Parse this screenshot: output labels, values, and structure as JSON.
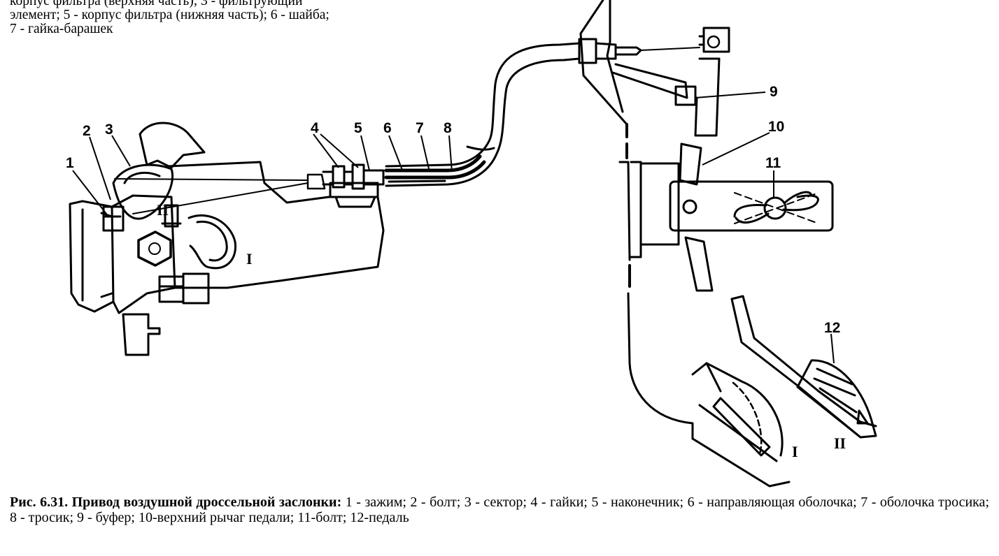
{
  "top_caption": "корпус фильтра (верхняя часть); 3 - фильтрующий\nэлемент; 5 - корпус фильтра (нижняя часть); 6 - шайба;\n7 - гайка-барашек",
  "callouts": [
    "1",
    "2",
    "3",
    "4",
    "5",
    "6",
    "7",
    "8",
    "9",
    "10",
    "11",
    "12"
  ],
  "position_marks": {
    "throttle_I": "I",
    "throttle_II": "II",
    "pedal_I": "I",
    "pedal_II": "II"
  },
  "caption": {
    "title": "Рис. 6.31. Привод воздушной дроссельной заслонки:",
    "text": " 1 - зажим; 2 - болт; 3 - сектор; 4 - гайки; 5 - наконечник; 6 - направляющая оболочка; 7 - оболочка тросика; 8 - тросик; 9 - буфер; 10-верхний рычаг педали; 11-болт; 12-педаль"
  }
}
